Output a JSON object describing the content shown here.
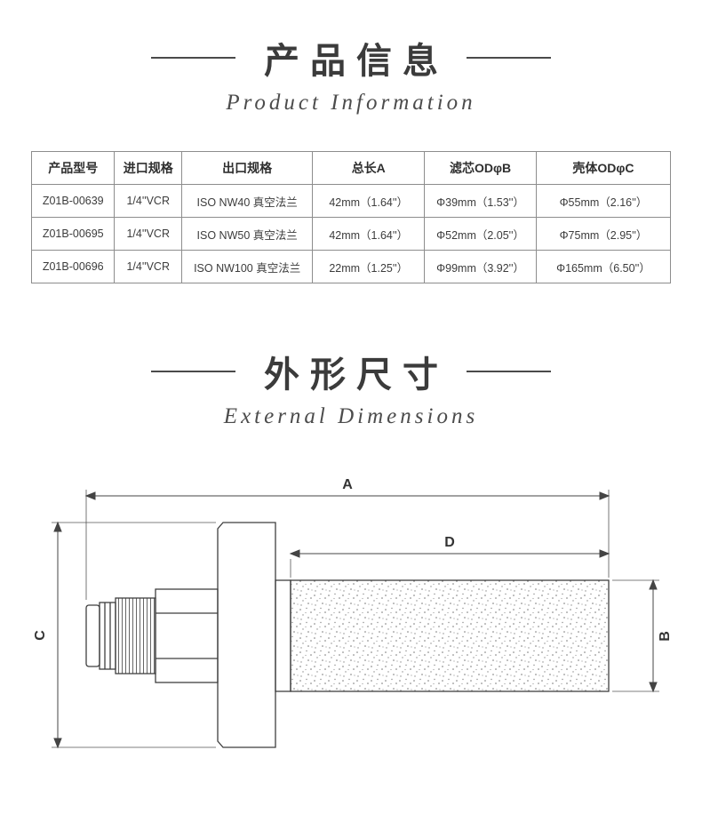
{
  "sections": {
    "product_info": {
      "title": "产品信息",
      "subtitle": "Product Information"
    },
    "dimensions": {
      "title": "外形尺寸",
      "subtitle": "External Dimensions"
    }
  },
  "table": {
    "headers": [
      "产品型号",
      "进口规格",
      "出口规格",
      "总长A",
      "滤芯ODφB",
      "壳体ODφC"
    ],
    "rows": [
      [
        "Z01B-00639",
        "1/4''VCR",
        "ISO NW40 真空法兰",
        "42mm（1.64''）",
        "Φ39mm（1.53''）",
        "Φ55mm（2.16''）"
      ],
      [
        "Z01B-00695",
        "1/4''VCR",
        "ISO NW50 真空法兰",
        "42mm（1.64''）",
        "Φ52mm（2.05''）",
        "Φ75mm（2.95''）"
      ],
      [
        "Z01B-00696",
        "1/4''VCR",
        "ISO NW100 真空法兰",
        "22mm（1.25''）",
        "Φ99mm（3.92''）",
        "Φ165mm（6.50''）"
      ]
    ]
  },
  "drawing": {
    "labels": {
      "total_length": "A",
      "filter_od": "B",
      "housing_od": "C",
      "element_length": "D"
    }
  },
  "colors": {
    "line": "#3f3f3f",
    "dim": "#444444",
    "text": "#333333"
  }
}
